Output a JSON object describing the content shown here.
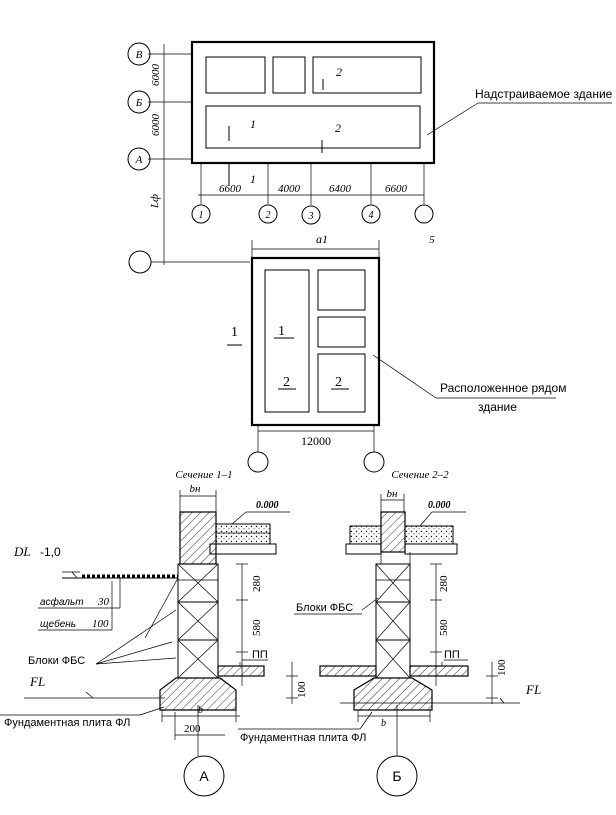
{
  "plan": {
    "axes_rows": [
      "В",
      "Б",
      "А"
    ],
    "axes_cols": [
      "1",
      "2",
      "3",
      "4",
      "5"
    ],
    "dims_rows": [
      "6000",
      "6000"
    ],
    "dims_cols": [
      "6600",
      "4000",
      "6400",
      "6600"
    ],
    "lf_label": "Lф",
    "room_labels": [
      "2",
      "1",
      "2",
      "1"
    ],
    "callout": "Надстраиваемое здание"
  },
  "adjacent": {
    "a1_label": "a1",
    "section1_marks": [
      "1",
      "1"
    ],
    "section2_marks": [
      "2",
      "2"
    ],
    "dim_width": "12000",
    "callout_line1": "Расположенное рядом",
    "callout_line2": "здание"
  },
  "section_1": {
    "title": "Сечение 1–1",
    "bn": "bн",
    "level_000": "0.000",
    "dl": "DL",
    "dl_value": "-1,0",
    "layer_asphalt": "асфальт",
    "asphalt_value": "30",
    "layer_gravel": "щебень",
    "gravel_value": "100",
    "dim_280": "280",
    "dim_580": "580",
    "dim_100": "100",
    "pp": "ПП",
    "blocks": "Блоки ФБС",
    "fl": "FL",
    "b": "b",
    "dim_200": "200",
    "plate": "Фундаментная плита ФЛ",
    "axis": "А"
  },
  "section_2": {
    "title": "Сечение 2–2",
    "bn": "bн",
    "level_000": "0.000",
    "dim_280": "280",
    "dim_580": "580",
    "dim_100": "100",
    "pp": "ПП",
    "blocks": "Блоки ФБС",
    "fl": "FL",
    "b": "b",
    "plate": "Фундаментная плита ФЛ",
    "axis": "Б"
  }
}
